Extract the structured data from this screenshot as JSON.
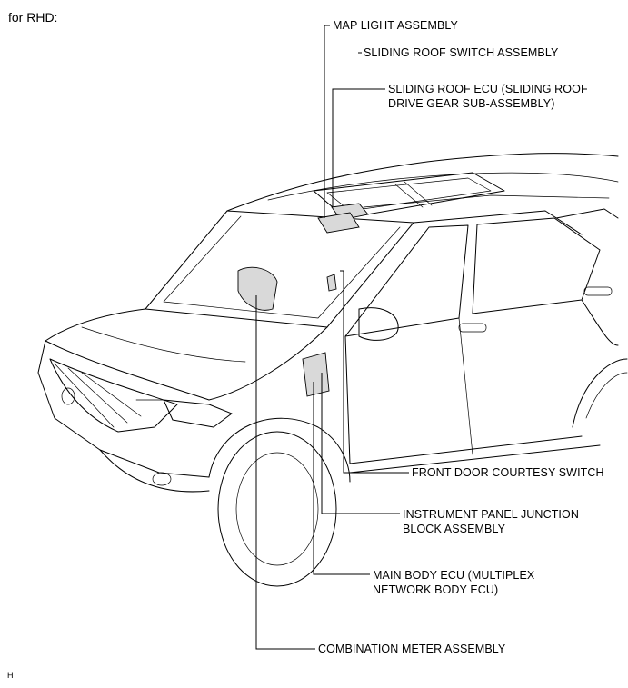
{
  "title": "for RHD:",
  "labels": {
    "map_light": "MAP LIGHT ASSEMBLY",
    "sliding_roof_switch": "SLIDING ROOF SWITCH ASSEMBLY",
    "sliding_roof_ecu_line1": "SLIDING ROOF ECU (SLIDING ROOF",
    "sliding_roof_ecu_line2": "DRIVE GEAR SUB-ASSEMBLY)",
    "front_door_courtesy_switch": "FRONT DOOR COURTESY SWITCH",
    "instrument_panel_jb_line1": "INSTRUMENT PANEL JUNCTION",
    "instrument_panel_jb_line2": "BLOCK ASSEMBLY",
    "main_body_ecu_line1": "MAIN BODY ECU (MULTIPLEX",
    "main_body_ecu_line2": "NETWORK BODY ECU)",
    "combination_meter": "COMBINATION METER ASSEMBLY"
  },
  "figure_code": "H"
}
